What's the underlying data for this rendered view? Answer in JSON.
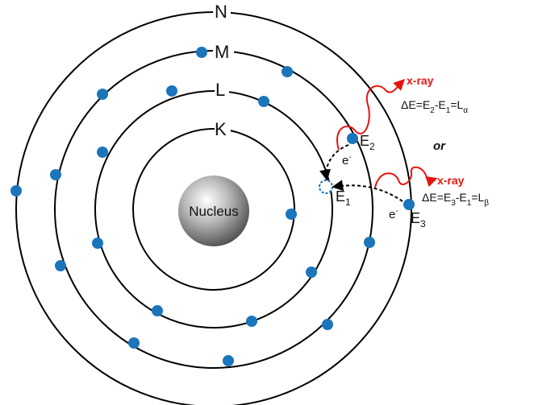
{
  "shells": [
    {
      "name": "K"
    },
    {
      "name": "L"
    },
    {
      "name": "M"
    },
    {
      "name": "N"
    }
  ],
  "nucleus": {
    "label": "Nucleus"
  },
  "energy_labels": {
    "e1": {
      "main": "E",
      "sub": "1"
    },
    "e2": {
      "main": "E",
      "sub": "2"
    },
    "e3": {
      "main": "E",
      "sub": "3"
    }
  },
  "electron_labels": {
    "upper": {
      "main": "e",
      "sup": "-"
    },
    "lower": {
      "main": "e",
      "sup": "-"
    }
  },
  "xray_labels": {
    "upper": "x-ray",
    "lower": "x-ray"
  },
  "equations": {
    "alpha": {
      "prefix": "ΔE=E",
      "s1": "2",
      "mid": "-E",
      "s2": "1",
      "post": "=L",
      "s3": "α"
    },
    "beta": {
      "prefix": "ΔE=E",
      "s1": "3",
      "mid": "-E",
      "s2": "1",
      "post": "=L",
      "s3": "β"
    }
  },
  "or_text": "or",
  "colors": {
    "electron": "#1b75bb",
    "xray": "#e8140f",
    "shell": "#000000"
  }
}
